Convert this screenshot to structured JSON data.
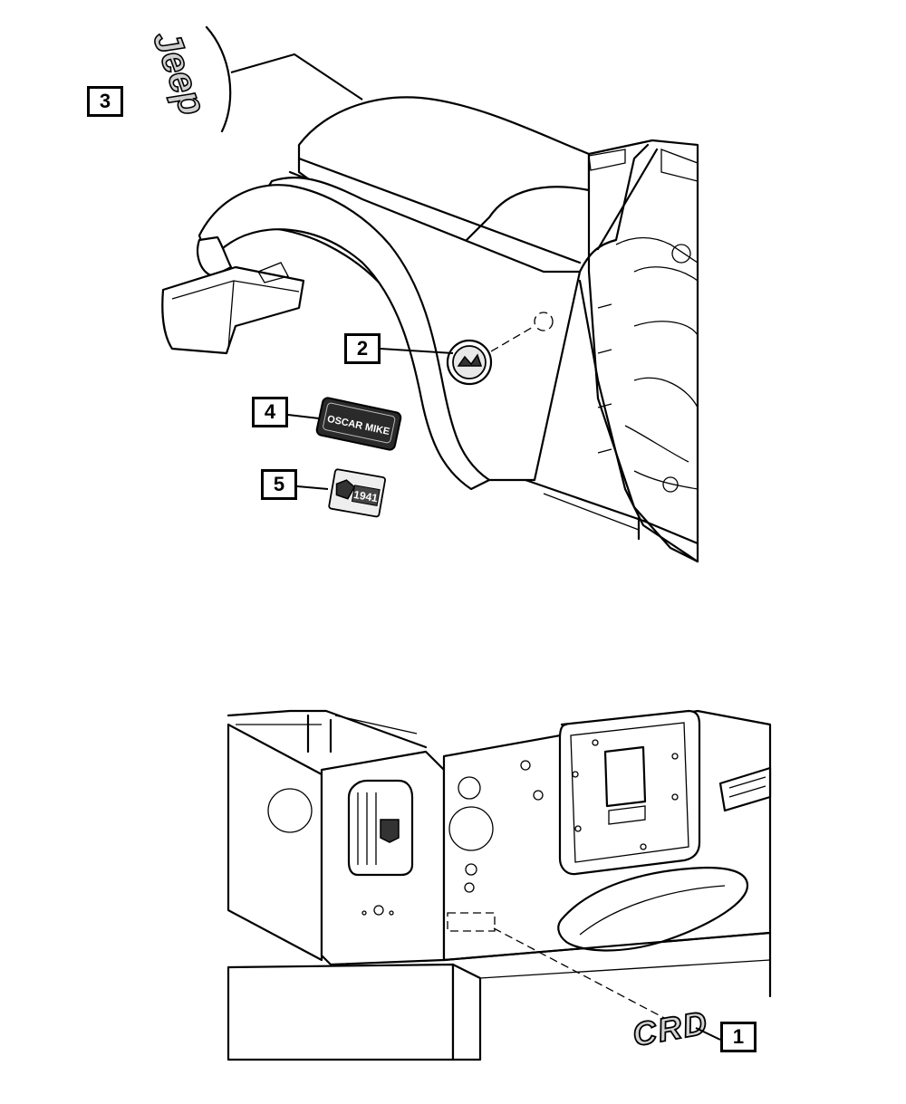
{
  "callouts": [
    {
      "number": "1",
      "part": "CRD"
    },
    {
      "number": "2",
      "part": ""
    },
    {
      "number": "3",
      "part": "Jeep"
    },
    {
      "number": "4",
      "part": "OSCAR MIKE"
    },
    {
      "number": "5",
      "part": "1941"
    }
  ],
  "badges": {
    "jeep_script": "Jeep",
    "oscar_mike": "OSCAR MIKE",
    "year_1941": "1941",
    "crd": "CRD"
  }
}
